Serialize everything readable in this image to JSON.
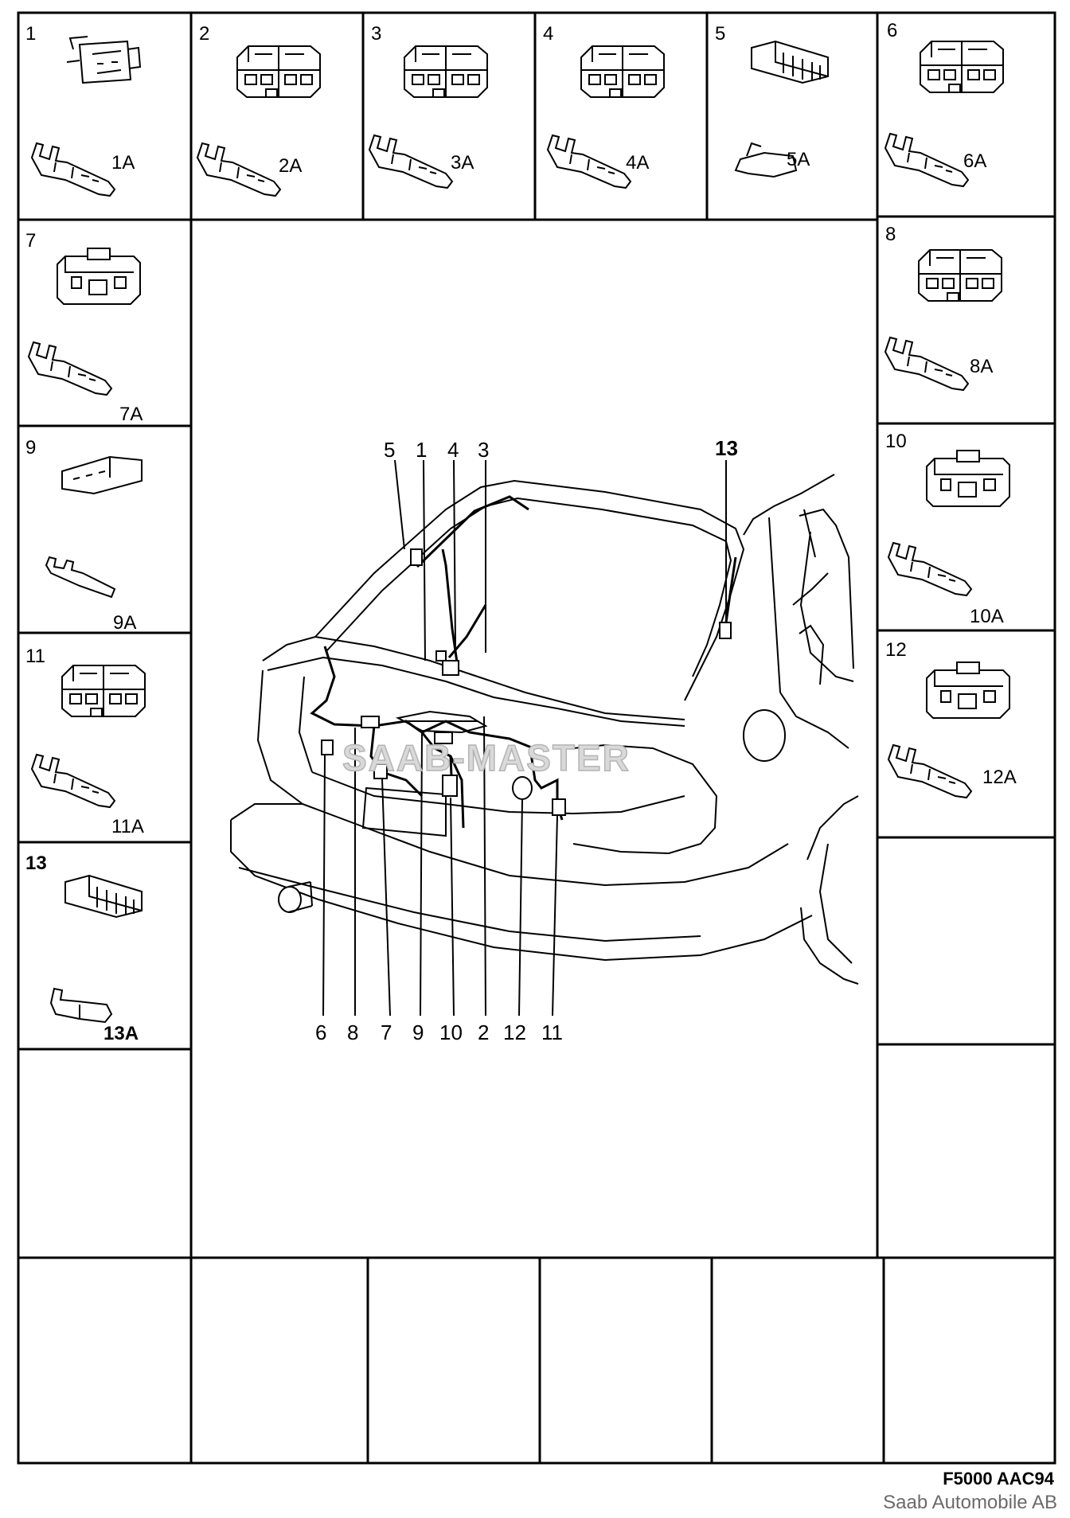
{
  "panels": [
    {
      "num": "1",
      "term": "1A",
      "kind": "clip"
    },
    {
      "num": "2",
      "term": "2A",
      "kind": "block"
    },
    {
      "num": "3",
      "term": "3A",
      "kind": "block"
    },
    {
      "num": "4",
      "term": "4A",
      "kind": "block"
    },
    {
      "num": "5",
      "term": "5A",
      "kind": "flat"
    },
    {
      "num": "6",
      "term": "6A",
      "kind": "block"
    },
    {
      "num": "7",
      "term": "7A",
      "kind": "latch"
    },
    {
      "num": "8",
      "term": "8A",
      "kind": "block"
    },
    {
      "num": "9",
      "term": "9A",
      "kind": "slim"
    },
    {
      "num": "10",
      "term": "10A",
      "kind": "latch"
    },
    {
      "num": "11",
      "term": "11A",
      "kind": "block"
    },
    {
      "num": "12",
      "term": "12A",
      "kind": "latch"
    },
    {
      "num": "13",
      "term": "13A",
      "kind": "flat"
    }
  ],
  "callouts": {
    "top": [
      "5",
      "1",
      "4",
      "3",
      "13"
    ],
    "bottom": [
      "6",
      "8",
      "7",
      "9",
      "10",
      "2",
      "12",
      "11"
    ]
  },
  "watermark": "SAAB-MASTER",
  "figure_code": "F5000 AAC94",
  "copyright": "Saab Automobile AB"
}
